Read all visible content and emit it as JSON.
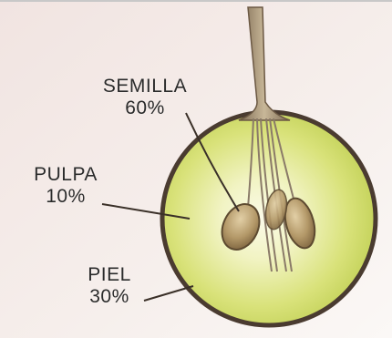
{
  "labels": {
    "seed": {
      "name": "SEMILLA",
      "pct": "60%"
    },
    "pulp": {
      "name": "PULPA",
      "pct": "10%"
    },
    "skin": {
      "name": "PIEL",
      "pct": "30%"
    }
  },
  "colors": {
    "background": "#f5ecec",
    "skin_outline": "#4a3b30",
    "pulp_center": "#fafbe6",
    "pulp_edge": "#c9d75c",
    "seed": "#b49a6c",
    "stem": "#a08e72"
  }
}
